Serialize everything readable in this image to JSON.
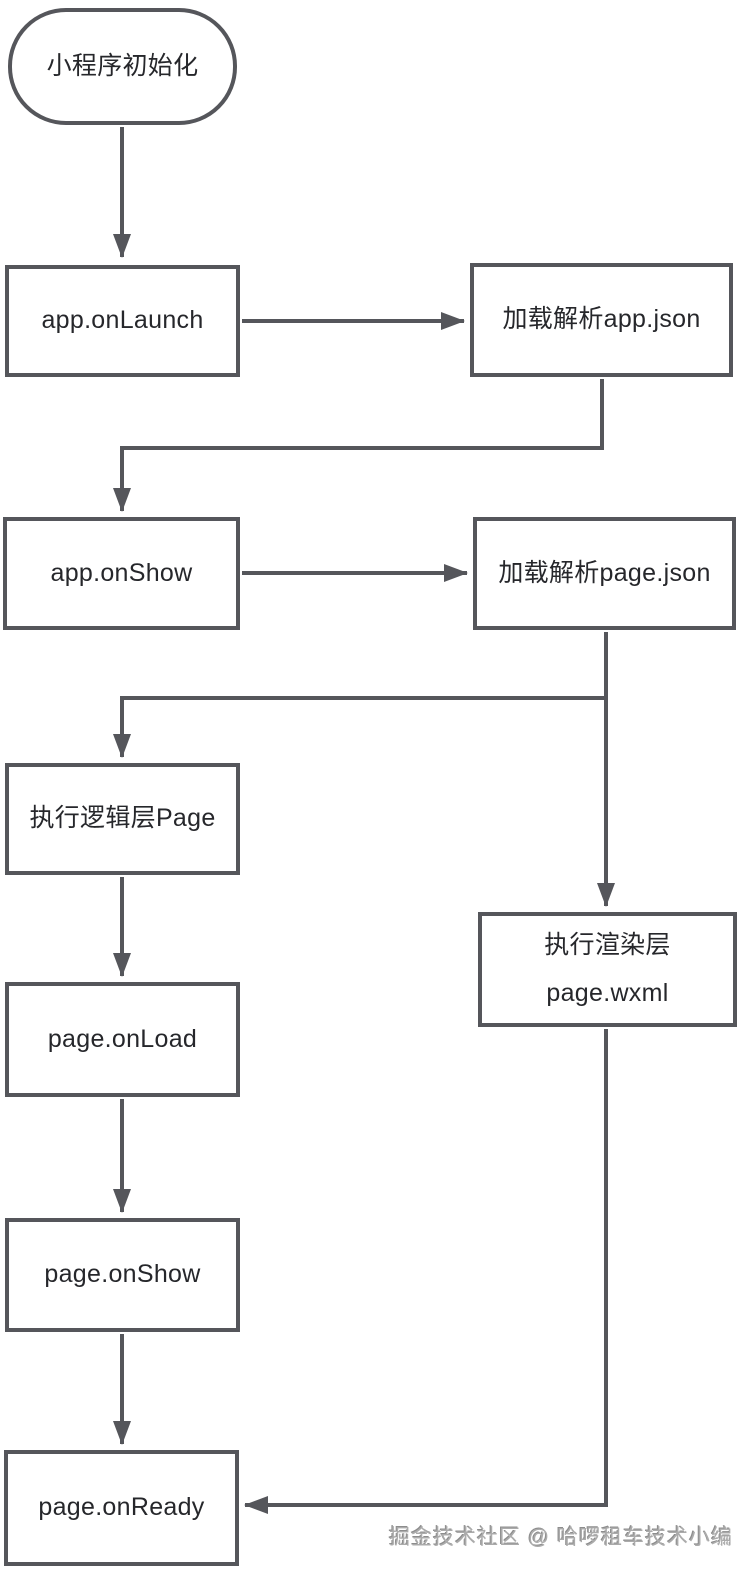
{
  "diagram": {
    "type": "flowchart",
    "topic": "mini-program-initialization-lifecycle",
    "colors": {
      "background": "#FFFFFF",
      "line": "#55565B",
      "text": "#26272B",
      "watermark": "#ABABAB"
    },
    "nodes": {
      "start": {
        "shape": "stadium",
        "label": "小程序初始化"
      },
      "app_onlaunch": {
        "shape": "rectangle",
        "label": "app.onLaunch"
      },
      "load_app_json": {
        "shape": "rectangle",
        "label": "加载解析app.json"
      },
      "app_onshow": {
        "shape": "rectangle",
        "label": "app.onShow"
      },
      "load_page_json": {
        "shape": "rectangle",
        "label": "加载解析page.json"
      },
      "exec_logic_page": {
        "shape": "rectangle",
        "label": "执行逻辑层Page"
      },
      "exec_render_layer": {
        "shape": "rectangle",
        "label_line1": "执行渲染层",
        "label_line2": "page.wxml"
      },
      "page_onload": {
        "shape": "rectangle",
        "label": "page.onLoad"
      },
      "page_onshow": {
        "shape": "rectangle",
        "label": "page.onShow"
      },
      "page_onready": {
        "shape": "rectangle",
        "label": "page.onReady"
      }
    },
    "edges": [
      {
        "from": "start",
        "to": "app_onlaunch"
      },
      {
        "from": "app_onlaunch",
        "to": "load_app_json"
      },
      {
        "from": "load_app_json",
        "to": "app_onshow"
      },
      {
        "from": "app_onshow",
        "to": "load_page_json"
      },
      {
        "from": "load_page_json",
        "to": "exec_logic_page"
      },
      {
        "from": "load_page_json",
        "to": "exec_render_layer"
      },
      {
        "from": "exec_logic_page",
        "to": "page_onload"
      },
      {
        "from": "page_onload",
        "to": "page_onshow"
      },
      {
        "from": "page_onshow",
        "to": "page_onready"
      },
      {
        "from": "exec_render_layer",
        "to": "page_onready"
      }
    ],
    "watermark": "掘金技术社区 @ 哈啰租车技术小编"
  }
}
